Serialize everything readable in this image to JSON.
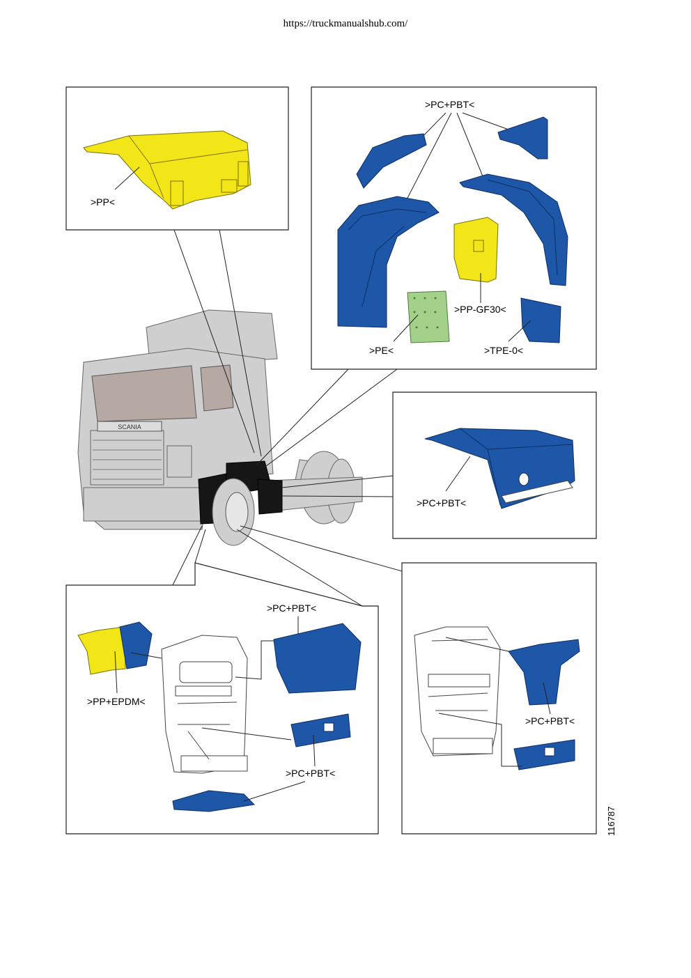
{
  "header": {
    "url": "https://truckmanualshub.com/"
  },
  "truck": {
    "badge": "SCANIA"
  },
  "labels": {
    "pp": ">PP<",
    "pc_pbt_top": ">PC+PBT<",
    "pp_gf30": ">PP-GF30<",
    "pe": ">PE<",
    "tpe_0": ">TPE-0<",
    "pc_pbt_mid": ">PC+PBT<",
    "pc_pbt_bl_top": ">PC+PBT<",
    "pp_epdm": ">PP+EPDM<",
    "pc_pbt_bl_bottom": ">PC+PBT<",
    "pc_pbt_br": ">PC+PBT<"
  },
  "figure_number": "116787",
  "colors": {
    "blue": "#1e56a8",
    "yellow": "#f2e618",
    "green": "#a3d18a",
    "grey": "#c9c9c9",
    "black": "#111111"
  },
  "icons": [
    "truck-icon"
  ]
}
